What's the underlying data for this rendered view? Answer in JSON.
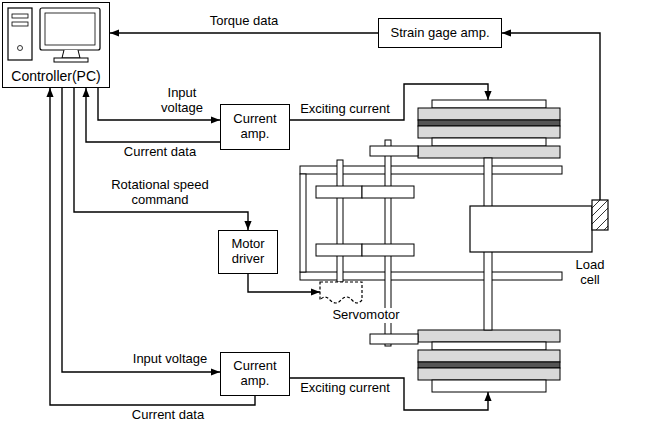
{
  "diagram": {
    "nodes": [
      {
        "text": [
          "Controller(PC)"
        ]
      },
      {
        "text": [
          "Strain gage amp."
        ]
      },
      {
        "text": [
          "Current amp."
        ]
      },
      {
        "text": [
          "Motor driver"
        ]
      },
      {
        "text": [
          "Current amp."
        ]
      }
    ],
    "edges": [
      {
        "from": 1,
        "to": 0,
        "arrow": "to",
        "label": "Torque data"
      },
      {
        "from": 0,
        "to": 2,
        "arrow": "to",
        "label": "Input voltage"
      },
      {
        "from": 2,
        "to": 0,
        "arrow": "to",
        "label": "Current data"
      },
      {
        "from": 0,
        "to": 3,
        "arrow": "to",
        "label": "Rotational speed command"
      },
      {
        "from": 0,
        "to": 4,
        "arrow": "to",
        "label": "Input voltage"
      },
      {
        "from": 4,
        "to": 0,
        "arrow": "to",
        "label": "Current data"
      }
    ],
    "labels": [
      "Exciting current",
      "Exciting current",
      "Servomotor",
      "Load cell"
    ]
  }
}
